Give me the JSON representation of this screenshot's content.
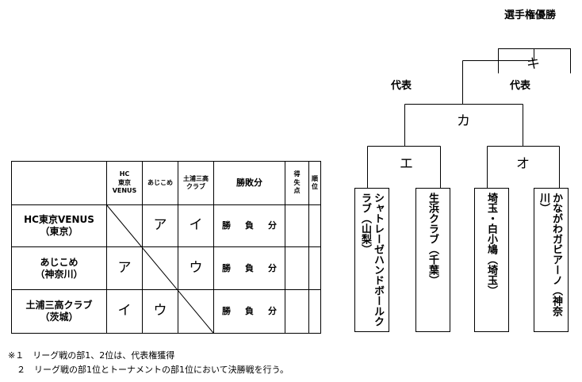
{
  "bracket": {
    "champion_label": "選手権優勝",
    "rep_left": "代表",
    "rep_right": "代表",
    "node_ki": "キ",
    "node_ka": "カ",
    "node_e": "エ",
    "node_o": "オ",
    "teams": [
      {
        "name": "シャトレーゼハンドボール",
        "pref": "クラブ（山梨）"
      },
      {
        "name": "生浜クラブ",
        "pref": "（千葉）"
      },
      {
        "name": "埼玉・白小鳩",
        "pref": "（埼玉）"
      },
      {
        "name": "かながわガビアーノ",
        "pref": "（神奈川）"
      }
    ]
  },
  "league": {
    "headers": {
      "team1": "HC\n東京\nVENUS",
      "team2": "あじこめ",
      "team3": "土浦三高\nクラブ",
      "result": "勝敗分",
      "points": "得\n失\n点",
      "rank": "順\n位"
    },
    "rows": [
      {
        "team": "HC東京VENUS",
        "pref": "（東京）",
        "cells": [
          "",
          "ア",
          "イ"
        ]
      },
      {
        "team": "あじこめ",
        "pref": "（神奈川）",
        "cells": [
          "ア",
          "",
          "ウ"
        ]
      },
      {
        "team": "土浦三高クラブ",
        "pref": "（茨城）",
        "cells": [
          "イ",
          "ウ",
          ""
        ]
      }
    ],
    "score_parts": [
      "勝",
      "負",
      "分"
    ]
  },
  "notes": {
    "line1": "※１　リーグ戦の部1、2位は、代表権獲得",
    "line2": "　２　リーグ戦の部1位とトーナメントの部1位において決勝戦を行う。"
  }
}
